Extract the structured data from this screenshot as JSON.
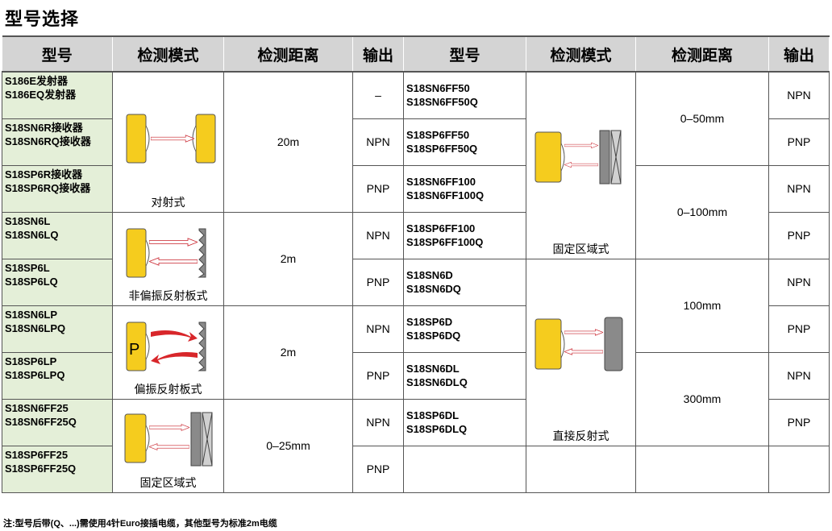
{
  "title": "型号选择",
  "headers": [
    "型号",
    "检测模式",
    "检测距离",
    "输出",
    "型号",
    "检测模式",
    "检测距离",
    "输出"
  ],
  "left": {
    "models": [
      "S186E发射器\nS186EQ发射器",
      "S18SN6R接收器\nS18SN6RQ接收器",
      "S18SP6R接收器\nS18SP6RQ接收器",
      "S18SN6L\nS18SN6LQ",
      "S18SP6L\nS18SP6LQ",
      "S18SN6LP\nS18SN6LPQ",
      "S18SP6LP\nS18SP6LPQ",
      "S18SN6FF25\nS18SN6FF25Q",
      "S18SP6FF25\nS18SP6FF25Q"
    ],
    "outputs": [
      "–",
      "NPN",
      "PNP",
      "NPN",
      "PNP",
      "NPN",
      "PNP",
      "NPN",
      "PNP"
    ],
    "modes": [
      "对射式",
      "非偏振反射板式",
      "偏振反射板式",
      "固定区域式"
    ],
    "distances": [
      "20m",
      "2m",
      "2m",
      "0–25mm"
    ]
  },
  "right": {
    "models": [
      "S18SN6FF50\nS18SN6FF50Q",
      "S18SP6FF50\nS18SP6FF50Q",
      "S18SN6FF100\nS18SN6FF100Q",
      "S18SP6FF100\nS18SP6FF100Q",
      "S18SN6D\nS18SN6DQ",
      "S18SP6D\nS18SP6DQ",
      "S18SN6DL\nS18SN6DLQ",
      "S18SP6DL\nS18SP6DLQ"
    ],
    "outputs": [
      "NPN",
      "PNP",
      "NPN",
      "PNP",
      "NPN",
      "PNP",
      "NPN",
      "PNP"
    ],
    "modes": [
      "固定区域式",
      "直接反射式"
    ],
    "distances": [
      "0–50mm",
      "0–100mm",
      "100mm",
      "300mm"
    ]
  },
  "polarized_marker": "P",
  "footnote": "注:型号后带(Q、...)需使用4针Euro接插电缆，其他型号为标准2m电缆",
  "colors": {
    "header_bg": "#d4d4d4",
    "model_bg": "#e4efd8",
    "sensor_yellow": "#f5cc1e",
    "beam_red": "#d8262a",
    "reflector_gray": "#8a8a8a"
  }
}
